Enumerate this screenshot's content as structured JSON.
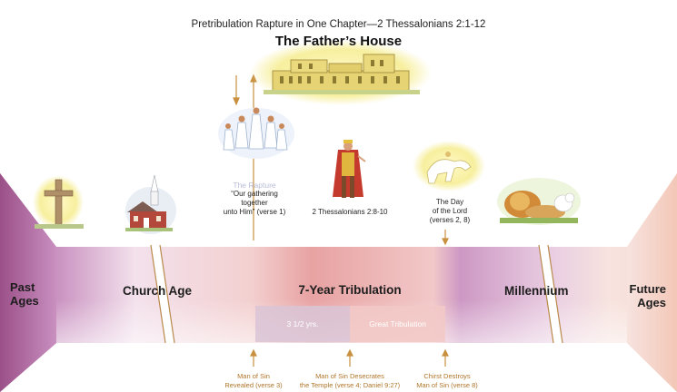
{
  "header": {
    "subtitle": "Pretribulation Rapture in One Chapter—2 Thessalonians 2:1-12",
    "house_title": "The Father’s House"
  },
  "timeline": {
    "past": [
      "Past",
      "Ages"
    ],
    "church": "Church Age",
    "tribulation": "7-Year Tribulation",
    "half": "3 1/2 yrs.",
    "great": "Great Tribulation",
    "millennium": "Millennium",
    "future": [
      "Future",
      "Ages"
    ]
  },
  "rapture": {
    "title": "The Rapture",
    "lines": [
      "“Our gathering",
      "together",
      "unto Him” (verse 1)"
    ]
  },
  "antichrist": {
    "ref": "2 Thessalonians 2:8-10"
  },
  "day_of_lord": {
    "lines": [
      "The Day",
      "of the Lord",
      "(verses 2, 8)"
    ]
  },
  "bottom": {
    "man_of_sin": [
      "Man of Sin",
      "Revealed (verse 3)"
    ],
    "desecrates": [
      "Man of Sin Desecrates",
      "the Temple (verse 4; Daniel 9:27)"
    ],
    "destroys": [
      "Chirst Destroys",
      "Man of Sin (verse 8)"
    ]
  },
  "colors": {
    "arrow": "#c8903f",
    "band_purple": "#c58fbc",
    "band_rose": "#e9a9a9",
    "inner_box": "#dbc7d3"
  }
}
